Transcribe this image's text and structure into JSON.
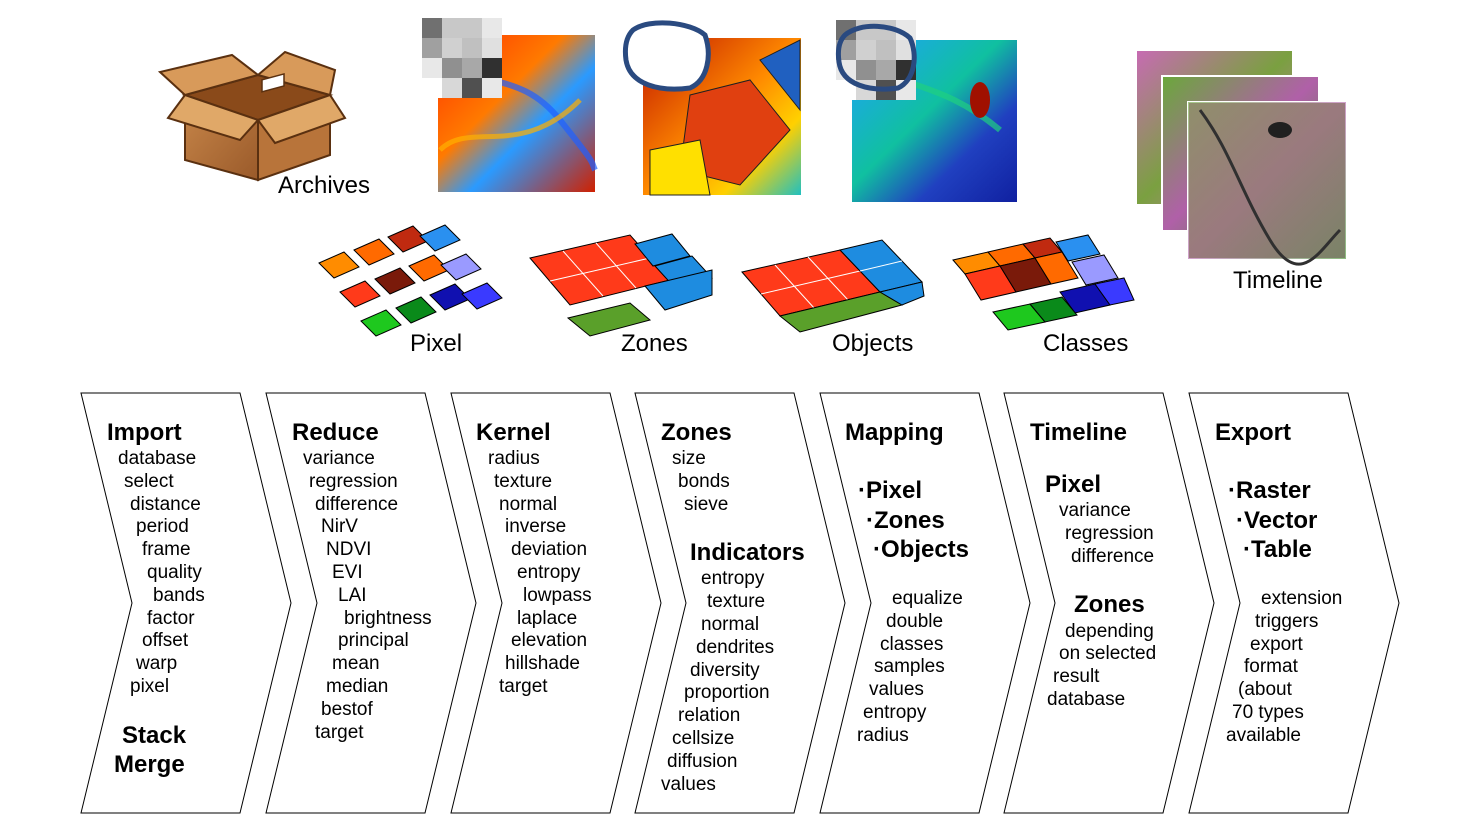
{
  "top_captions": {
    "archives": "Archives",
    "timeline": "Timeline"
  },
  "grid_captions": {
    "pixel": "Pixel",
    "zones": "Zones",
    "objects": "Objects",
    "classes": "Classes"
  },
  "colors": {
    "orange": "#ff8c00",
    "red": "#ff3a1a",
    "dark_red": "#7a1a0a",
    "blue": "#1e8ce0",
    "light_purple": "#9a9aff",
    "dark_blue": "#1a1ab4",
    "green": "#5aa02a",
    "bright_green": "#1ec81e",
    "outline": "#000000"
  },
  "steps": [
    {
      "title": "Import",
      "items": [
        "database",
        "select",
        "distance",
        "period",
        "frame",
        "quality",
        "bands",
        "factor",
        "offset",
        "warp",
        "pixel"
      ],
      "footer": [
        "Stack",
        "Merge"
      ]
    },
    {
      "title": "Reduce",
      "items": [
        "variance",
        "regression",
        "difference",
        "NirV",
        "NDVI",
        "EVI",
        "LAI",
        "brightness",
        "principal",
        "mean",
        "median",
        "bestof",
        "target"
      ]
    },
    {
      "title": "Kernel",
      "items": [
        "radius",
        "texture",
        "normal",
        "inverse",
        "deviation",
        "entropy",
        "lowpass",
        "laplace",
        "elevation",
        "hillshade",
        "target"
      ]
    },
    {
      "title": "Zones",
      "items": [
        "size",
        "bonds",
        "sieve"
      ],
      "subtitle": "Indicators",
      "sub_items": [
        "entropy",
        "texture",
        "normal",
        "dendrites",
        "diversity",
        "proportion",
        "relation",
        "cellsize",
        "diffusion",
        "values"
      ]
    },
    {
      "title": "Mapping",
      "options": [
        "·Pixel",
        "·Zones",
        "·Objects"
      ],
      "items": [
        "equalize",
        "double",
        "classes",
        "samples",
        "values",
        "entropy",
        "radius"
      ]
    },
    {
      "title": "Timeline",
      "subtitle": "Pixel",
      "items": [
        "variance",
        "regression",
        "difference"
      ],
      "subtitle2": "Zones",
      "sub_items": [
        "depending",
        "on selected",
        "result",
        "database"
      ]
    },
    {
      "title": "Export",
      "options": [
        "·Raster",
        "·Vector",
        "·Table"
      ],
      "items": [
        "extension",
        "triggers",
        "export",
        "format",
        "(about",
        "70 types",
        "available"
      ]
    }
  ]
}
